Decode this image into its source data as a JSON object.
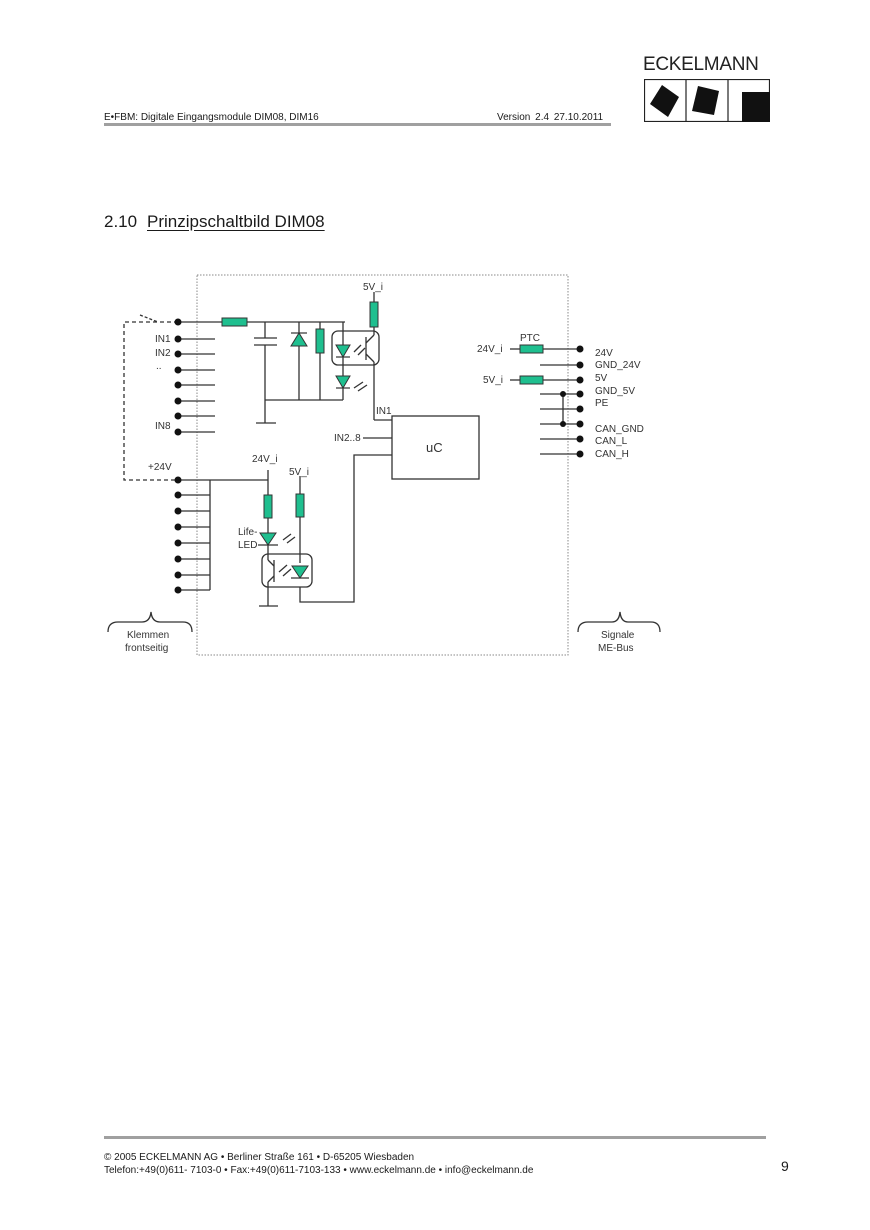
{
  "header": {
    "document_title": "E•FBM: Digitale Eingangsmodule DIM08, DIM16",
    "version": "Version 2.4   27.10.2011",
    "logo_text": "ECKELMANN"
  },
  "section": {
    "number": "2.10",
    "title": "Prinzipschaltbild DIM08"
  },
  "diagram": {
    "component_color": "#1fbf8f",
    "left_inputs": [
      "IN1",
      "IN2",
      "..",
      "IN8"
    ],
    "supply_label": "+24V",
    "top_supply": "5V_i",
    "in1_label": "IN1",
    "in2_8_label": "IN2..8",
    "uc_label": "uC",
    "life_led": {
      "supply_24": "24V_i",
      "supply_5": "5V_i",
      "label_line1": "Life-",
      "label_line2": "LED"
    },
    "ptc_label": "PTC",
    "right_supplies": [
      "24V_i",
      "5V_i"
    ],
    "right_signals": [
      "24V",
      "GND_24V",
      "5V",
      "GND_5V",
      "PE",
      "CAN_GND",
      "CAN_L",
      "CAN_H"
    ],
    "brace_left": [
      "Klemmen",
      "frontseitig"
    ],
    "brace_right": [
      "Signale",
      "ME-Bus"
    ]
  },
  "footer": {
    "line1": "©  2005 ECKELMANN AG • Berliner Straße 161 • D-65205 Wiesbaden",
    "line2": "Telefon:+49(0)611- 7103-0 • Fax:+49(0)611-7103-133 • www.eckelmann.de • info@eckelmann.de",
    "page_number": "9"
  }
}
